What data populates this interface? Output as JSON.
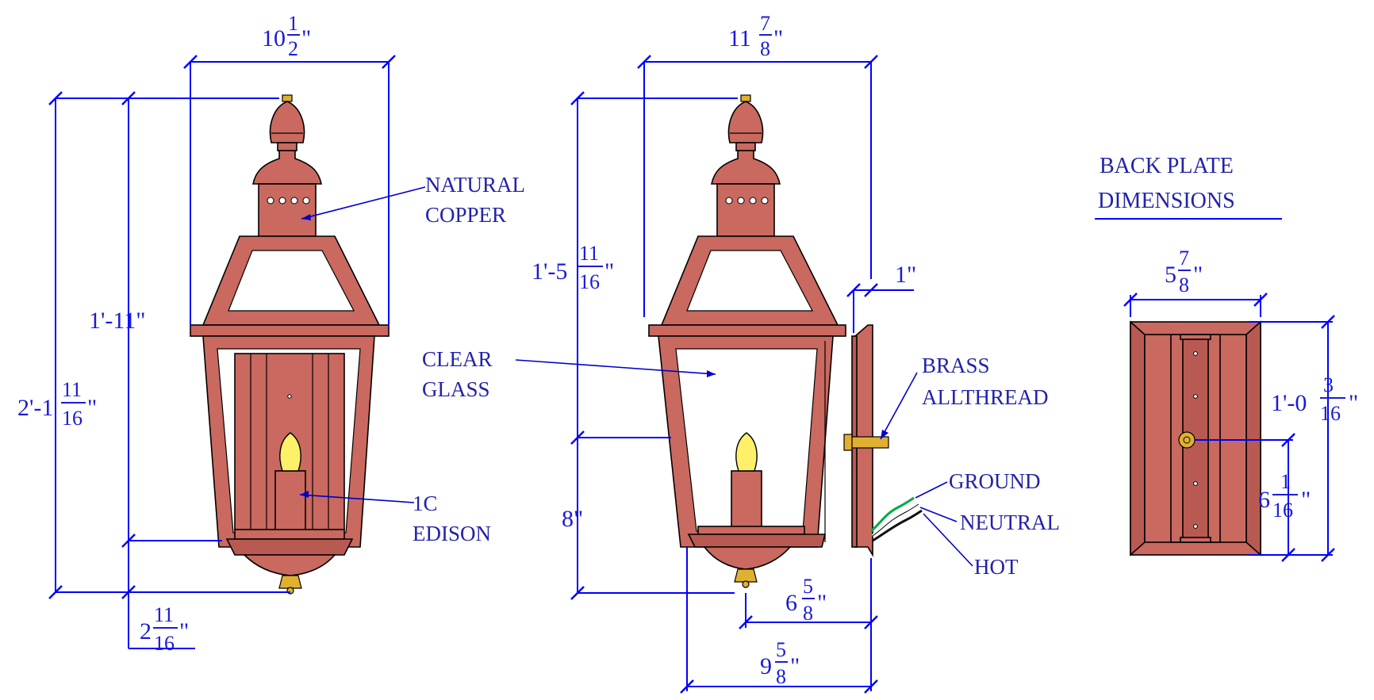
{
  "front_view": {
    "width_whole": "10",
    "width_num": "1",
    "width_den": "2",
    "height_total_prefix": "2'-1",
    "height_total_num": "11",
    "height_total_den": "16",
    "height_body": "1'-11\"",
    "offset_whole": "2",
    "offset_num": "11",
    "offset_den": "16"
  },
  "side_view": {
    "width_whole": "11",
    "width_num": "7",
    "width_den": "8",
    "upper_prefix": "1'-5",
    "upper_num": "11",
    "upper_den": "16",
    "lower": "8\"",
    "plate_thickness": "1\"",
    "extension_whole": "6",
    "extension_num": "5",
    "extension_den": "8",
    "depth_whole": "9",
    "depth_num": "5",
    "depth_den": "8"
  },
  "back_plate": {
    "title_line1": "BACK PLATE",
    "title_line2": "DIMENSIONS",
    "width_whole": "5",
    "width_num": "7",
    "width_den": "8",
    "height_prefix": "1'-0",
    "height_num": "3",
    "height_den": "16",
    "hole_whole": "6",
    "hole_num": "1",
    "hole_den": "16"
  },
  "callouts": {
    "natural_copper_1": "NATURAL",
    "natural_copper_2": "COPPER",
    "clear_glass_1": "CLEAR",
    "clear_glass_2": "GLASS",
    "edison_1": "1C",
    "edison_2": "EDISON",
    "brass_1": "BRASS",
    "brass_2": "ALLTHREAD",
    "ground": "GROUND",
    "neutral": "NEUTRAL",
    "hot": "HOT"
  },
  "inch_mark": "\"",
  "colors": {
    "dimension": "#0000ff",
    "copper": "#c9695f",
    "brass": "#e0b030",
    "bulb": "#fff06a"
  }
}
